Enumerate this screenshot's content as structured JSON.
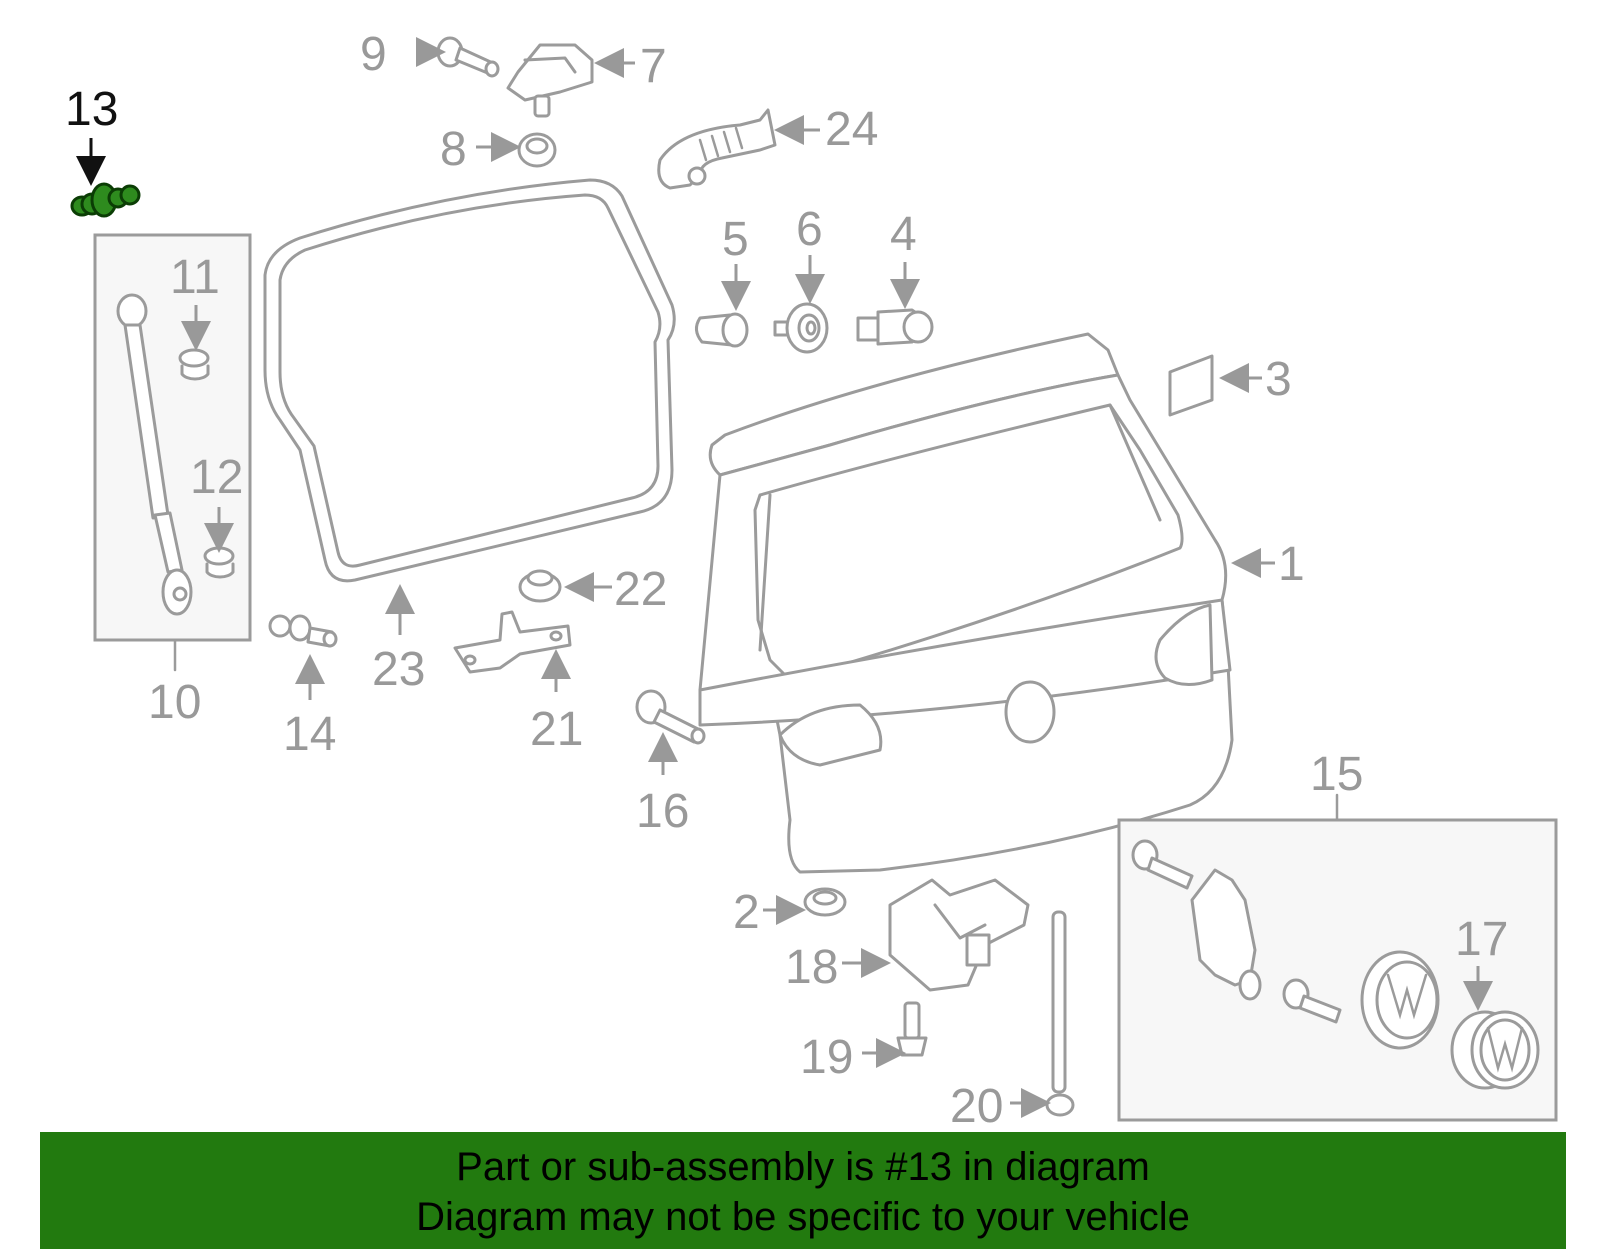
{
  "highlighted_part": "13",
  "callouts": {
    "c1": "1",
    "c2": "2",
    "c3": "3",
    "c4": "4",
    "c5": "5",
    "c6": "6",
    "c7": "7",
    "c8": "8",
    "c9": "9",
    "c10": "10",
    "c11": "11",
    "c12": "12",
    "c13": "13",
    "c14": "14",
    "c15": "15",
    "c16": "16",
    "c17": "17",
    "c18": "18",
    "c19": "19",
    "c20": "20",
    "c21": "21",
    "c22": "22",
    "c23": "23",
    "c24": "24"
  },
  "banner": {
    "line1": "Part or sub-assembly is #13 in diagram",
    "line2": "Diagram may not be specific to your vehicle"
  },
  "colors": {
    "banner_bg": "#227a0f",
    "highlight": "#2e8b1e",
    "line_art": "#9b9b9b"
  }
}
